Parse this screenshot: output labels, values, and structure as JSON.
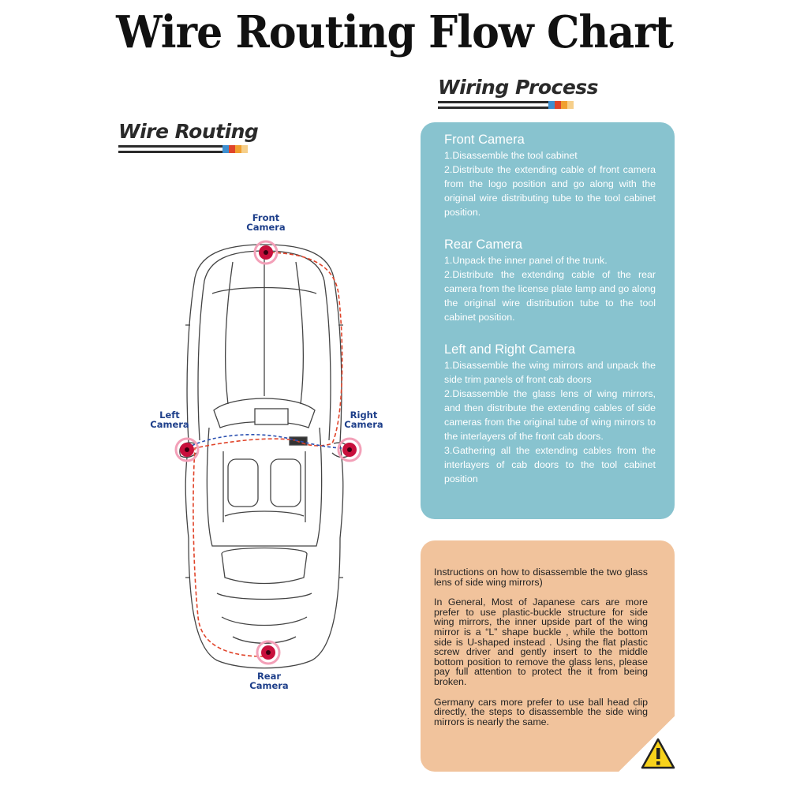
{
  "title": "Wire Routing Flow Chart",
  "wire_routing": {
    "heading": "Wire Routing",
    "camera_labels": {
      "front": "Front Camera",
      "rear": "Rear Camera",
      "left": "Left Camera",
      "right": "Right Camera"
    }
  },
  "wiring_process": {
    "heading": "Wiring Process",
    "blocks": [
      {
        "title": "Front Camera",
        "steps": [
          "1.Disassemble the tool cabinet",
          "2.Distribute the extending cable of front camera from the logo position and go along with the original wire distributing tube to the tool cabinet position."
        ]
      },
      {
        "title": "Rear Camera",
        "steps": [
          "1.Unpack the inner panel of the trunk.",
          "2.Distribute the extending cable of the rear camera from the license plate lamp and go along the original wire distribution tube to the tool cabinet position."
        ]
      },
      {
        "title": "Left and Right Camera",
        "steps": [
          "1.Disassemble the wing mirrors and unpack the side trim panels of front cab doors",
          "2.Disassemble the glass lens of wing mirrors, and then distribute the extending cables of side cameras from the original tube of wing mirrors to the interlayers of the front cab doors.",
          "3.Gathering all the extending cables from the interlayers of cab doors to the tool cabinet position"
        ]
      }
    ]
  },
  "instructions": {
    "paragraphs": [
      "Instructions on how to disassemble the two glass lens of side wing mirrors)",
      "In General, Most of Japanese cars are more prefer to use plastic-buckle structure for side wing mirrors, the inner upside part of the wing mirror is a “L” shape buckle , while the bottom side is U-shaped instead . Using the flat plastic screw driver and gently insert to the middle bottom position to remove the glass lens, please pay full attention to protect the it from being broken.",
      "Germany cars more prefer to use ball head clip directly, the steps to disassemble the side wing mirrors is nearly the same."
    ],
    "icon": "warning-triangle-icon"
  },
  "colors": {
    "blue_panel": "#88c3cf",
    "orange_panel": "#f1c39c",
    "camera_marker": "#c8103c",
    "route_dashed": "#e0442a",
    "route_blue": "#2a4fb0",
    "stripe_accent": [
      "#3d8fd1",
      "#e0442a",
      "#f0a030"
    ]
  }
}
